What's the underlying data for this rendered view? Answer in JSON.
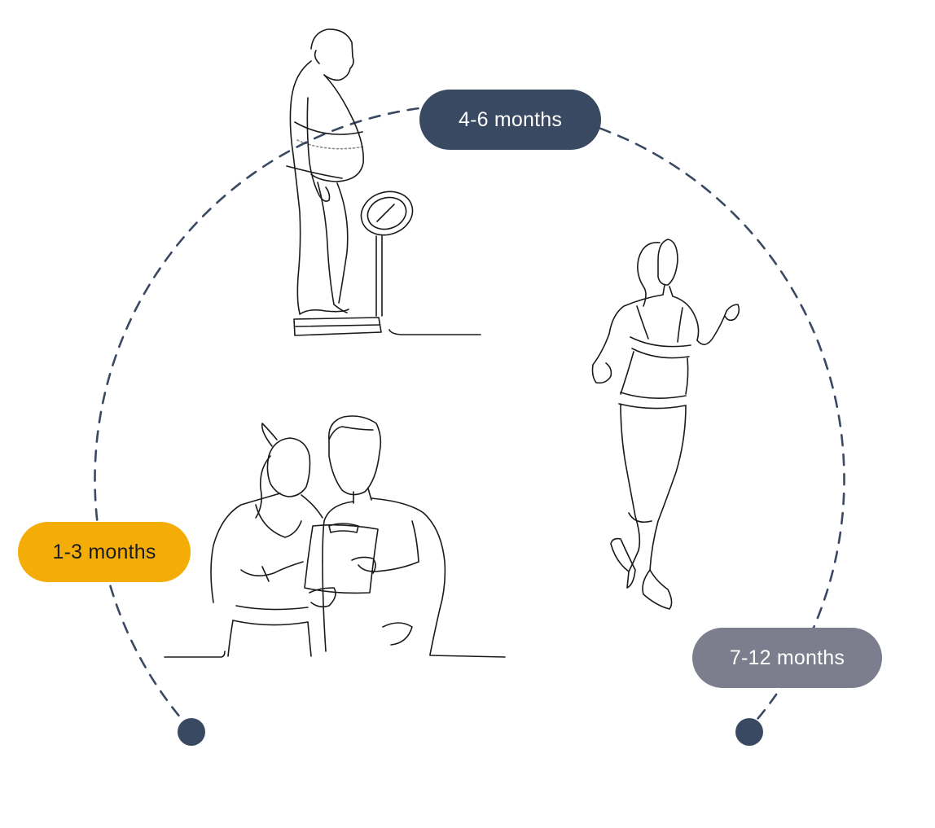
{
  "colors": {
    "path": "#3a4962",
    "stage_early": "#f4ad06",
    "stage_mid": "#3a4962",
    "stage_late": "#7c7d8d",
    "line_art": "#1a1a1a"
  },
  "stages": [
    {
      "label": "1-3 months",
      "illustration": "trainer-and-client-with-clipboard"
    },
    {
      "label": "4-6 months",
      "illustration": "man-on-weighing-scale"
    },
    {
      "label": "7-12 months",
      "illustration": "woman-running"
    }
  ]
}
